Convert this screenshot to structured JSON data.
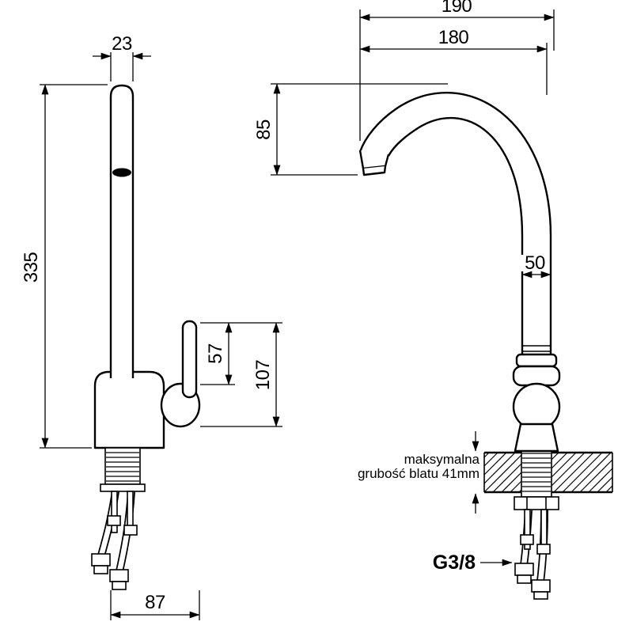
{
  "ink": "#000000",
  "paper": "#ffffff",
  "side_view": {
    "spout_width": "23",
    "total_height": "335",
    "lever_length": "57",
    "handle_height": "107",
    "base_width": "87"
  },
  "front_view": {
    "reach_outer": "190",
    "reach_inner": "180",
    "spout_clearance": "85",
    "column_width": "50",
    "counter_note_line1": "maksymalna",
    "counter_note_line2": "grubość blatu 41mm",
    "thread_label": "G3/8"
  }
}
